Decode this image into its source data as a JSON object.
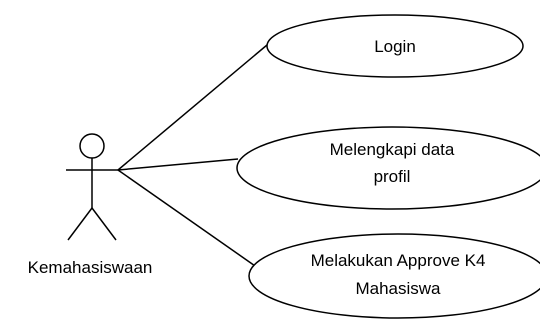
{
  "actor": {
    "name": "Kemahasiswaan",
    "icon": "stick-figure-actor"
  },
  "use_cases": [
    {
      "lines": [
        "Login"
      ]
    },
    {
      "lines": [
        "Melengkapi data",
        "profil"
      ]
    },
    {
      "lines": [
        "Melakukan Approve K4",
        "Mahasiswa"
      ]
    }
  ]
}
